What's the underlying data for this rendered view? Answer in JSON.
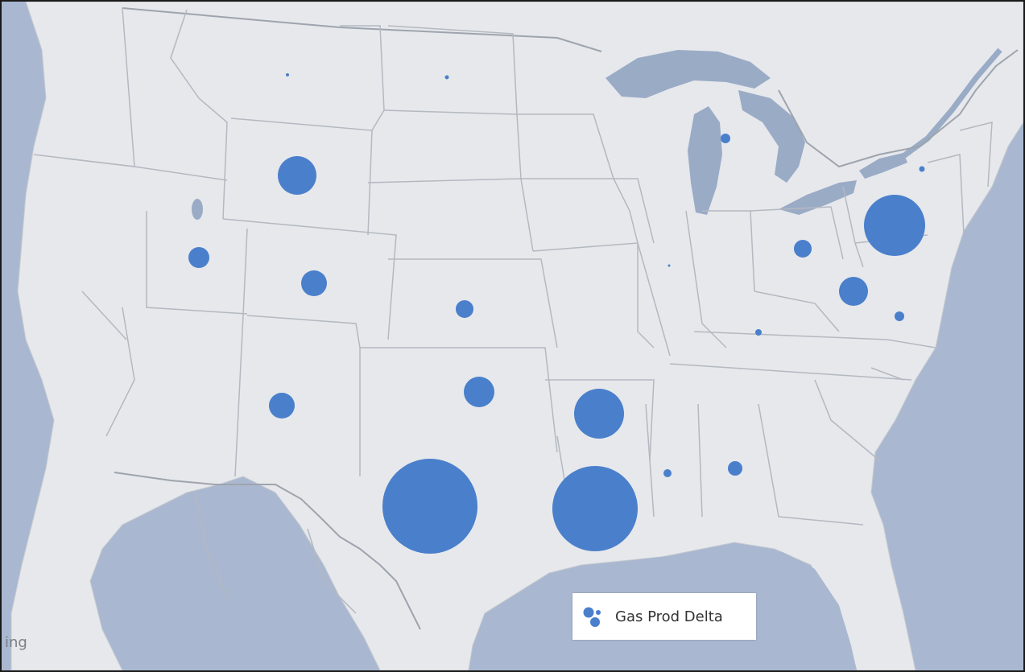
{
  "map": {
    "type": "bubble-map",
    "region": "United States",
    "colors": {
      "bubble": "#4a7fcb",
      "land": "#e6e8ec",
      "water": "#a9b8d0",
      "border": "#b4b8c0",
      "lake": "#9aabc6"
    },
    "markers": [
      {
        "state": "MT",
        "size": 0.03
      },
      {
        "state": "ND",
        "size": 0.03
      },
      {
        "state": "WY",
        "size": 0.42
      },
      {
        "state": "UT",
        "size": 0.22
      },
      {
        "state": "CO",
        "size": 0.27
      },
      {
        "state": "KS",
        "size": 0.19
      },
      {
        "state": "NM",
        "size": 0.27
      },
      {
        "state": "OK",
        "size": 0.33
      },
      {
        "state": "AR",
        "size": 0.53
      },
      {
        "state": "TX",
        "size": 1.0
      },
      {
        "state": "LA",
        "size": 0.9
      },
      {
        "state": "MS",
        "size": 0.08
      },
      {
        "state": "AL",
        "size": 0.16
      },
      {
        "state": "MI",
        "size": 0.1
      },
      {
        "state": "IL",
        "size": 0.02
      },
      {
        "state": "OH",
        "size": 0.18
      },
      {
        "state": "WV",
        "size": 0.31
      },
      {
        "state": "PA",
        "size": 0.65
      },
      {
        "state": "NY",
        "size": 0.06
      },
      {
        "state": "KY",
        "size": 0.06
      },
      {
        "state": "VA",
        "size": 0.1
      }
    ]
  },
  "legend": {
    "label": "Gas Prod Delta",
    "icon": "bubble-cluster-icon"
  },
  "watermark": {
    "text": "ing"
  }
}
